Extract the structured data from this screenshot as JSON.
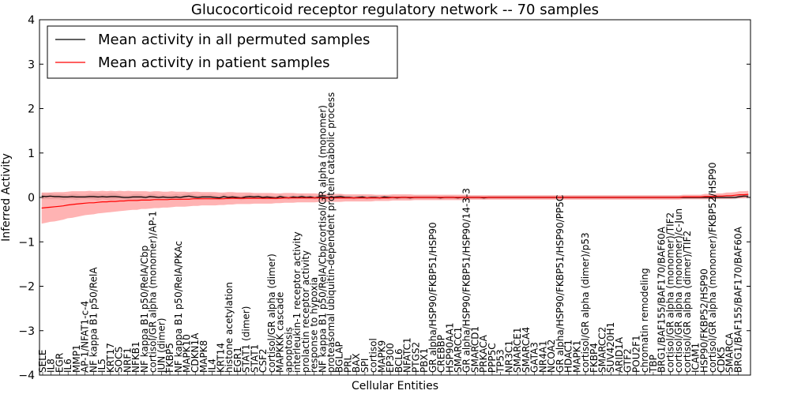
{
  "chart_data": {
    "type": "line",
    "title": "Glucocorticoid receptor regulatory network -- 70 samples",
    "xlabel": "Cellular Entities",
    "ylabel": "Inferred Activity",
    "ylim": [
      -4,
      4
    ],
    "y_ticks": [
      "−4",
      "−3",
      "−2",
      "−1",
      "0",
      "1",
      "2",
      "3",
      "4"
    ],
    "grid": false,
    "legend_position": "top-left",
    "colors": {
      "permuted": "#000000",
      "patient": "#ff0000",
      "permuted_band": "#c8c8c8",
      "patient_band": "#ff8080"
    },
    "x_count": 164,
    "categories": [
      "SELE",
      "IL8",
      "EGR",
      "IL6",
      "MMP1",
      "AP-1/NFAT1-c-4",
      "NF kappa B1 p50/RelA",
      "IL5",
      "KRT17",
      "SOCS",
      "NRF1",
      "NFKB1",
      "NF kappa B1 p50/RelA/Cbp",
      "cortisol/GR alpha (monomer)/AP-1",
      "JUN (dimer)",
      "FKBP5",
      "NF kappa B1 p50/RelA/PKAc",
      "MAPK10",
      "CDKN1A",
      "MAPK8",
      "IL4",
      "KRT14",
      "histone acetylation",
      "EGR1",
      "STAT1 (dimer)",
      "STAT1",
      "CSF2",
      "cortisol/GR alpha (dimer)",
      "MAPKKK cascade",
      "apoptosis",
      "interleukin-1 receptor activity",
      "prolactin receptor activity",
      "response to hypoxia",
      "NF kappa B1 p50/RelA/Cbp/cortisol/GR alpha (monomer)",
      "proteasomal ubiquitin-dependent protein catabolic process",
      "BGLAP",
      "PRL",
      "BAX",
      "SPI",
      "cortisol",
      "MAPK9",
      "EP300",
      "BCL6",
      "NFATC1",
      "PTGS2",
      "PBX1",
      "GR alpha/HSP90/FKBP51/HSP90",
      "CREBBP",
      "HSP90AA1",
      "SMARCC1",
      "GR alpha/HSP90/FKBP51/HSP90/14-3-3",
      "SMARCD1",
      "PRKACA",
      "PPP5C",
      "TP53",
      "NR3C1",
      "SMARCE1",
      "SMARCA4",
      "GATA3",
      "NR4A1",
      "NCOA2",
      "GR alpha/HSP90/FKBP51/HSP90/PP5C",
      "HDAC1",
      "MAPK1",
      "cortisol/GR alpha (dimer)/p53",
      "FKBP4",
      "SMARCC2",
      "SUV420H1",
      "ARID1A",
      "GTF2",
      "POU2F1",
      "chromatin remodeling",
      "TBP",
      "BRG1/BAF155/BAF170/BAF60A",
      "cortisol/GR alpha (monomer)/TIF2",
      "cortisol/GR alpha (monomer)/c-Jun",
      "cortisol/GR alpha (dimer)/TIF2",
      "ICAM1",
      "HSP90/FKBP52/HSP90",
      "cortisol/GR alpha (monomer)/FKBP52/HSP90",
      "CDK5",
      "SMARCA",
      "BRG1/BAF155/BAF170/BAF60A"
    ],
    "series": [
      {
        "name": "Mean activity in all permuted samples",
        "values": [
          0.03,
          0.02,
          0.03,
          0.02,
          0.02,
          0.01,
          0.01,
          0.02,
          0.01,
          0.01,
          0.01,
          0.02,
          0.02,
          0.01,
          0.02,
          0.01,
          0.02,
          0.02,
          0.01,
          0.0,
          0.0,
          0.01,
          0.01,
          0.01,
          0.0,
          0.02,
          0.01,
          0.0,
          0.01,
          0.0,
          0.0,
          0.01,
          0.0,
          0.02,
          0.03,
          0.01,
          0.0,
          0.01,
          0.01,
          0.01,
          0.0,
          -0.01,
          0.02,
          0.0,
          0.01,
          0.0,
          -0.01,
          0.01,
          0.02,
          0.01,
          0.02,
          0.0,
          0.01,
          0.0,
          -0.01,
          0.02,
          0.0,
          -0.01,
          0.01,
          0.0,
          0.02,
          0.0,
          0.01,
          -0.01,
          0.01,
          0.0,
          0.0,
          0.0,
          0.01,
          0.02,
          0.0,
          0.0,
          -0.01,
          0.0,
          0.01,
          -0.01,
          0.0,
          0.0,
          -0.01,
          0.01,
          0.0,
          0.0,
          -0.01,
          0.0,
          0.0,
          -0.01,
          0.0,
          0.0,
          0.0,
          0.0,
          0.0,
          0.0,
          -0.01,
          0.0,
          0.0,
          0.0,
          -0.01,
          0.0,
          0.0,
          0.0,
          0.0,
          0.0,
          -0.01,
          0.0,
          0.0,
          0.0,
          0.0,
          0.0,
          0.0,
          0.0,
          0.0,
          0.0,
          0.0,
          0.0,
          0.0,
          0.0,
          0.0,
          0.0,
          0.0,
          0.0,
          0.0,
          0.0,
          0.0,
          0.0,
          0.0,
          0.0,
          0.0,
          0.0,
          0.0,
          0.0,
          0.0,
          0.0,
          0.0,
          0.0,
          0.0,
          0.0,
          0.0,
          0.0,
          0.0,
          0.0,
          0.0,
          0.0,
          0.0,
          0.0,
          0.0,
          0.0,
          0.0,
          0.0,
          0.0,
          0.0,
          0.0,
          0.0,
          0.0,
          0.0,
          0.0,
          0.0,
          0.0,
          0.0,
          0.0,
          0.0,
          0.0,
          0.02,
          0.03,
          0.03,
          0.02,
          0.03
        ],
        "band": [
          0.07,
          0.06,
          0.07,
          0.06,
          0.06,
          0.07,
          0.05,
          0.06,
          0.07,
          0.05,
          0.05,
          0.06,
          0.07,
          0.08,
          0.06,
          0.07,
          0.08,
          0.07,
          0.06,
          0.05,
          0.05,
          0.06,
          0.07,
          0.06,
          0.05,
          0.06,
          0.07,
          0.05,
          0.06,
          0.05,
          0.06,
          0.07,
          0.06,
          0.06,
          0.07,
          0.06,
          0.05,
          0.06,
          0.05,
          0.06,
          0.05,
          0.05,
          0.06,
          0.05,
          0.05,
          0.04,
          0.05,
          0.05,
          0.05,
          0.04,
          0.05,
          0.04,
          0.05,
          0.04,
          0.04,
          0.05,
          0.04,
          0.04,
          0.05,
          0.04,
          0.05,
          0.04,
          0.05,
          0.04,
          0.05,
          0.04,
          0.04,
          0.04,
          0.04,
          0.05,
          0.04,
          0.04,
          0.04,
          0.04,
          0.04,
          0.04,
          0.04,
          0.04,
          0.04,
          0.04,
          0.04,
          0.04,
          0.04,
          0.04,
          0.04,
          0.04,
          0.04,
          0.04,
          0.04,
          0.04,
          0.04,
          0.04,
          0.04,
          0.04,
          0.04,
          0.04,
          0.04,
          0.04,
          0.04,
          0.04,
          0.04,
          0.04,
          0.04,
          0.04,
          0.04,
          0.04,
          0.04,
          0.04,
          0.04,
          0.04,
          0.04,
          0.04,
          0.04,
          0.04,
          0.04,
          0.04,
          0.04,
          0.04,
          0.04,
          0.04,
          0.04,
          0.04,
          0.04,
          0.04,
          0.04,
          0.04,
          0.04,
          0.04,
          0.04,
          0.04,
          0.04,
          0.04,
          0.04,
          0.04,
          0.04,
          0.04,
          0.04,
          0.04,
          0.04,
          0.04,
          0.04,
          0.04,
          0.04,
          0.04,
          0.04,
          0.04,
          0.04,
          0.04,
          0.04,
          0.04,
          0.04,
          0.04,
          0.04,
          0.04,
          0.04,
          0.04,
          0.04,
          0.04,
          0.04,
          0.04,
          0.04,
          0.04,
          0.04,
          0.04,
          0.04,
          0.04,
          0.04,
          0.04
        ]
      },
      {
        "name": "Mean activity in patient samples",
        "values": [
          -0.24,
          -0.23,
          -0.22,
          -0.21,
          -0.2,
          -0.19,
          -0.17,
          -0.16,
          -0.15,
          -0.14,
          -0.13,
          -0.12,
          -0.12,
          -0.11,
          -0.1,
          -0.1,
          -0.09,
          -0.09,
          -0.08,
          -0.08,
          -0.07,
          -0.07,
          -0.07,
          -0.06,
          -0.06,
          -0.06,
          -0.05,
          -0.05,
          -0.05,
          -0.05,
          -0.04,
          -0.04,
          -0.04,
          -0.04,
          -0.04,
          -0.03,
          -0.03,
          -0.03,
          -0.03,
          -0.03,
          -0.03,
          -0.03,
          -0.03,
          -0.02,
          -0.02,
          -0.02,
          -0.02,
          -0.02,
          -0.02,
          -0.02,
          -0.02,
          -0.02,
          -0.02,
          -0.02,
          -0.02,
          -0.02,
          -0.01,
          -0.01,
          -0.01,
          -0.01,
          -0.01,
          -0.01,
          -0.01,
          -0.01,
          -0.01,
          -0.01,
          -0.01,
          -0.01,
          -0.01,
          -0.01,
          -0.01,
          -0.01,
          -0.01,
          -0.01,
          -0.01,
          -0.01,
          -0.01,
          -0.01,
          -0.01,
          -0.01,
          -0.01,
          0.0,
          0.0,
          0.0,
          0.0,
          0.0,
          0.0,
          0.0,
          0.0,
          0.0,
          0.0,
          0.0,
          0.0,
          0.0,
          0.0,
          0.0,
          0.0,
          0.0,
          0.0,
          0.0,
          0.0,
          0.0,
          0.0,
          0.0,
          0.0,
          0.0,
          0.0,
          0.0,
          0.0,
          0.0,
          0.0,
          0.0,
          0.0,
          0.0,
          0.0,
          0.0,
          0.0,
          0.0,
          0.0,
          0.0,
          0.0,
          0.0,
          0.0,
          0.0,
          0.0,
          0.0,
          0.0,
          0.0,
          0.0,
          0.0,
          0.0,
          0.0,
          0.0,
          0.0,
          0.0,
          0.0,
          0.0,
          0.0,
          0.0,
          0.0,
          0.0,
          0.0,
          0.0,
          0.0,
          0.0,
          0.0,
          0.0,
          0.0,
          0.01,
          0.01,
          0.01,
          0.01,
          0.01,
          0.02,
          0.02,
          0.02,
          0.03,
          0.03,
          0.04,
          0.04,
          0.05,
          0.06,
          0.06,
          0.07,
          0.08
        ],
        "band": [
          0.35,
          0.34,
          0.33,
          0.33,
          0.32,
          0.31,
          0.3,
          0.3,
          0.29,
          0.28,
          0.27,
          0.27,
          0.26,
          0.25,
          0.25,
          0.24,
          0.24,
          0.23,
          0.23,
          0.22,
          0.22,
          0.21,
          0.21,
          0.2,
          0.2,
          0.19,
          0.19,
          0.19,
          0.18,
          0.18,
          0.18,
          0.17,
          0.17,
          0.17,
          0.16,
          0.16,
          0.16,
          0.15,
          0.15,
          0.15,
          0.15,
          0.14,
          0.14,
          0.14,
          0.14,
          0.13,
          0.13,
          0.13,
          0.13,
          0.12,
          0.12,
          0.12,
          0.12,
          0.12,
          0.11,
          0.11,
          0.11,
          0.11,
          0.11,
          0.1,
          0.1,
          0.1,
          0.1,
          0.1,
          0.09,
          0.09,
          0.09,
          0.09,
          0.09,
          0.09,
          0.08,
          0.08,
          0.08,
          0.08,
          0.08,
          0.08,
          0.08,
          0.07,
          0.07,
          0.07,
          0.07,
          0.07,
          0.07,
          0.07,
          0.07,
          0.07,
          0.06,
          0.06,
          0.06,
          0.06,
          0.06,
          0.06,
          0.06,
          0.06,
          0.06,
          0.06,
          0.06,
          0.06,
          0.06,
          0.05,
          0.05,
          0.05,
          0.05,
          0.05,
          0.05,
          0.05,
          0.05,
          0.05,
          0.05,
          0.05,
          0.05,
          0.05,
          0.05,
          0.05,
          0.05,
          0.05,
          0.05,
          0.05,
          0.05,
          0.05,
          0.05,
          0.05,
          0.05,
          0.05,
          0.05,
          0.05,
          0.05,
          0.05,
          0.05,
          0.05,
          0.05,
          0.05,
          0.05,
          0.05,
          0.05,
          0.05,
          0.05,
          0.05,
          0.05,
          0.05,
          0.05,
          0.05,
          0.05,
          0.05,
          0.05,
          0.05,
          0.05,
          0.05,
          0.05,
          0.05,
          0.05,
          0.05,
          0.05,
          0.06,
          0.06,
          0.06,
          0.06,
          0.06,
          0.07,
          0.07,
          0.07,
          0.08,
          0.08,
          0.08
        ]
      }
    ]
  }
}
